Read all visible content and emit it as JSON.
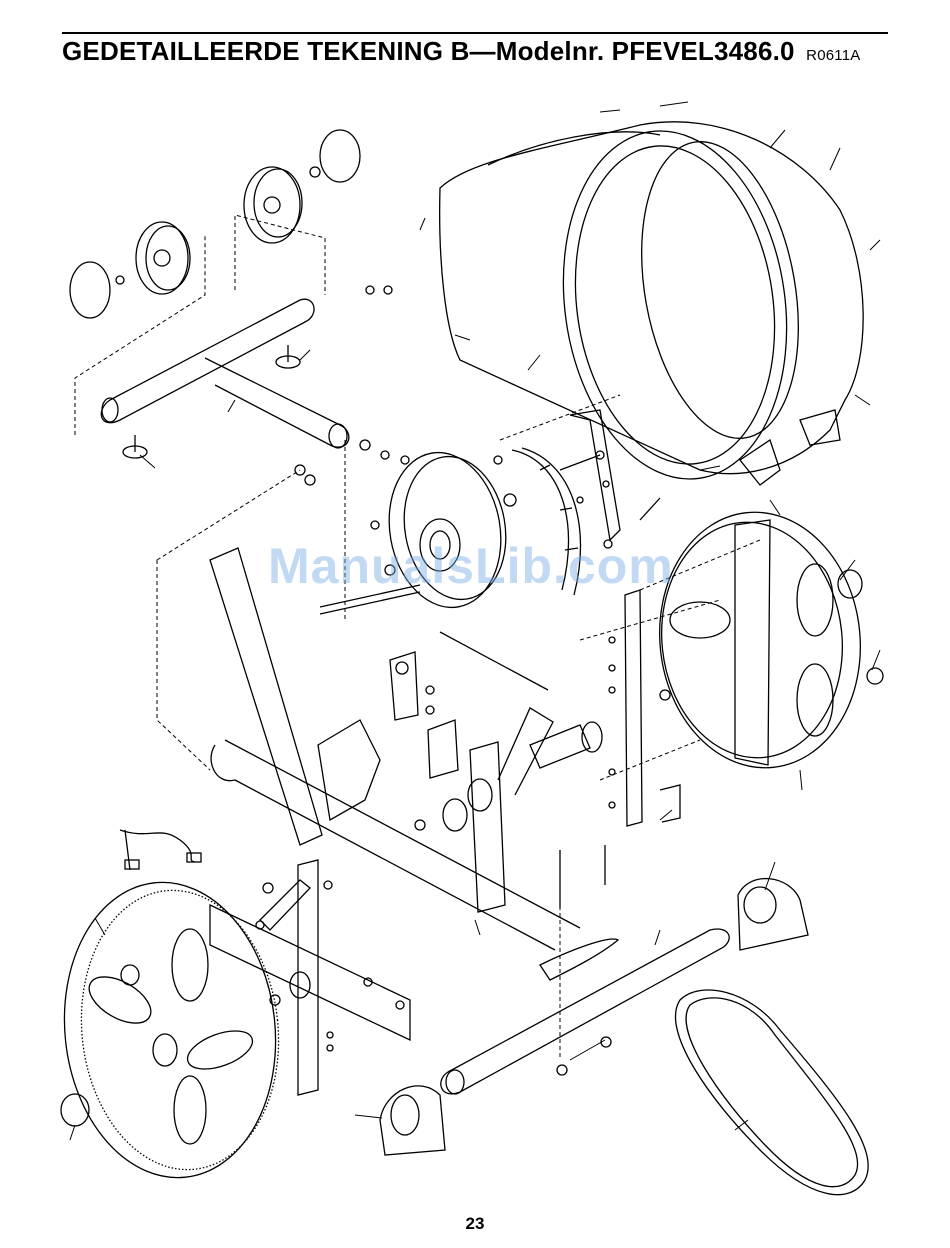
{
  "header": {
    "title": "GEDETAILLEERDE TEKENING B—Modelnr. PFEVEL3486.0",
    "code": "R0611A"
  },
  "watermark": "ManualsLib.com",
  "footer": {
    "page_number": "23"
  },
  "colors": {
    "line": "#000000",
    "watermark": "#78aae6"
  }
}
